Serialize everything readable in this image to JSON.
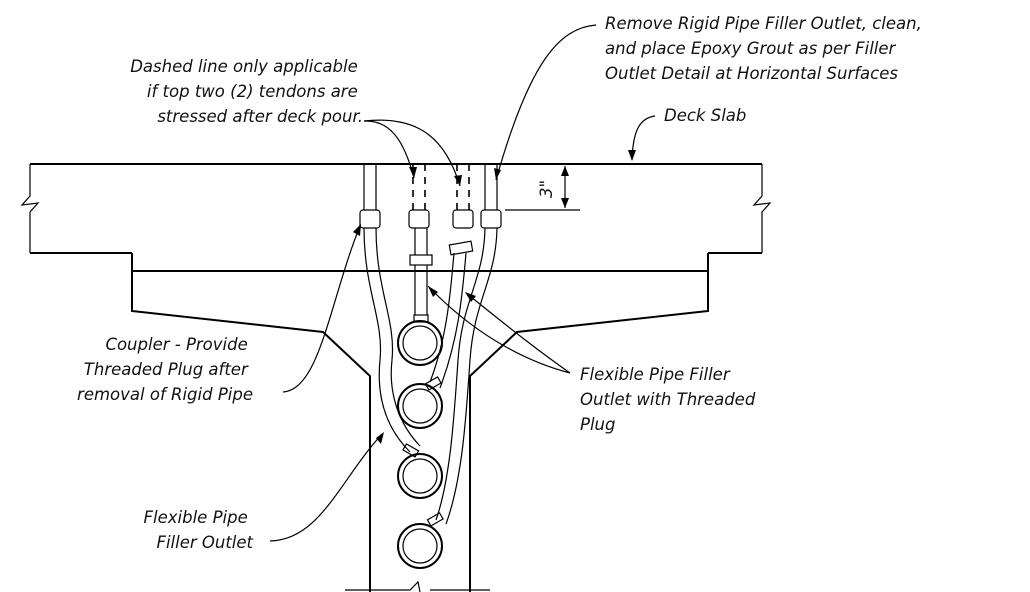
{
  "labels": {
    "remove_rigid": [
      "Remove Rigid Pipe Filler Outlet, clean,",
      "and place Epoxy Grout as per Filler",
      "Outlet Detail at Horizontal Surfaces"
    ],
    "dashed_line": [
      "Dashed line only applicable",
      "if top two (2) tendons are",
      "stressed after deck pour."
    ],
    "deck_slab": "Deck Slab",
    "dimension": "3\"",
    "coupler": [
      "Coupler - Provide",
      "Threaded Plug after",
      "removal of Rigid Pipe"
    ],
    "flex_threaded": [
      "Flexible Pipe Filler",
      "Outlet with Threaded",
      "Plug"
    ],
    "flex_outlet": [
      "Flexible Pipe",
      "Filler Outlet"
    ]
  }
}
